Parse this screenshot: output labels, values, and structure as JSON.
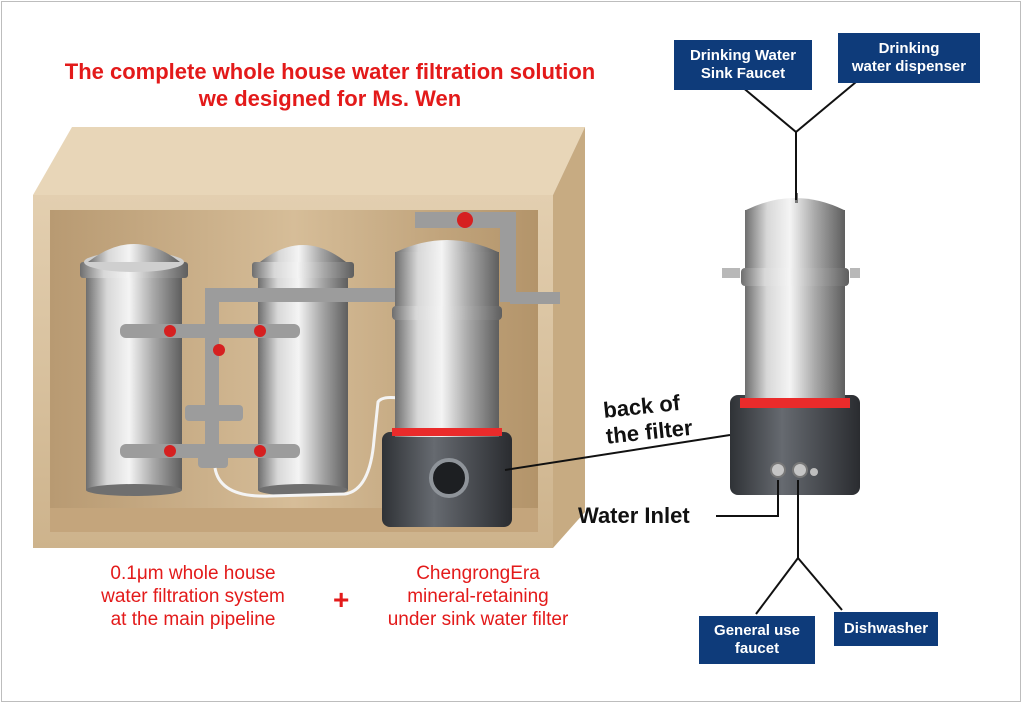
{
  "title": {
    "line1": "The complete whole house water filtration solution",
    "line2": "we designed for Ms. Wen"
  },
  "captions": {
    "left": [
      "0.1μm whole house",
      "water filtration system",
      "at the main pipeline"
    ],
    "plus": "+",
    "right": [
      "ChengrongEra",
      "mineral-retaining",
      "under sink water filter"
    ]
  },
  "callouts": {
    "back_of_filter": [
      "back of",
      "the filter"
    ],
    "water_inlet": "Water Inlet"
  },
  "outlets": {
    "drinking_faucet": [
      "Drinking Water",
      "Sink Faucet"
    ],
    "drinking_dispenser": [
      "Drinking",
      "water dispenser"
    ],
    "general_faucet": [
      "General use",
      "faucet"
    ],
    "dishwasher": "Dishwasher"
  },
  "colors": {
    "accent_red": "#e31a1a",
    "label_blue": "#0e3b7a",
    "cabinet_wood": "#d9c3a2"
  }
}
